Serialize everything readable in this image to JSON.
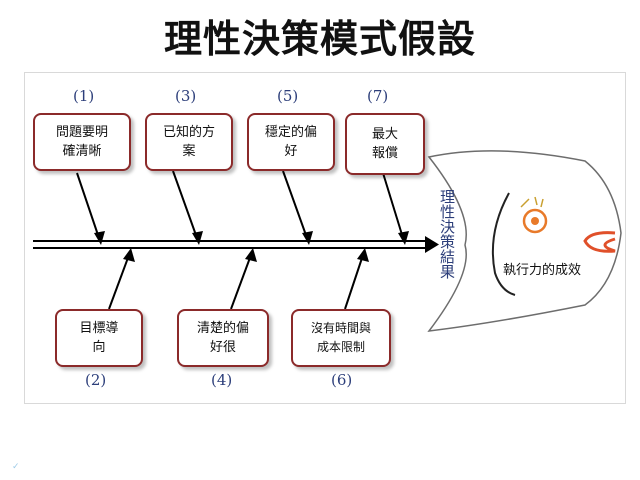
{
  "title": "理性決策模式假設",
  "top_boxes": [
    {
      "num": "(1)",
      "text_lines": [
        "問題要明",
        "確清晰"
      ]
    },
    {
      "num": "(3)",
      "text_lines": [
        "已知的方",
        "案"
      ]
    },
    {
      "num": "(5)",
      "text_lines": [
        "穩定的偏",
        "好"
      ]
    },
    {
      "num": "(7)",
      "text_lines": [
        "最大",
        "報償"
      ]
    }
  ],
  "bottom_boxes": [
    {
      "num": "(2)",
      "text_lines": [
        "目標導",
        "向"
      ]
    },
    {
      "num": "(4)",
      "text_lines": [
        "清楚的偏",
        "好很"
      ]
    },
    {
      "num": "(6)",
      "text_lines": [
        "沒有時間與",
        "成本限制"
      ]
    }
  ],
  "fish_head_text": "理性決策結果",
  "fish_head_result": "執行力的成效",
  "colors": {
    "box_border": "#8b2a2a",
    "label_blue": "#2c3e7a",
    "eye_orange": "#e87a2a",
    "mouth_red": "#e0502a"
  }
}
